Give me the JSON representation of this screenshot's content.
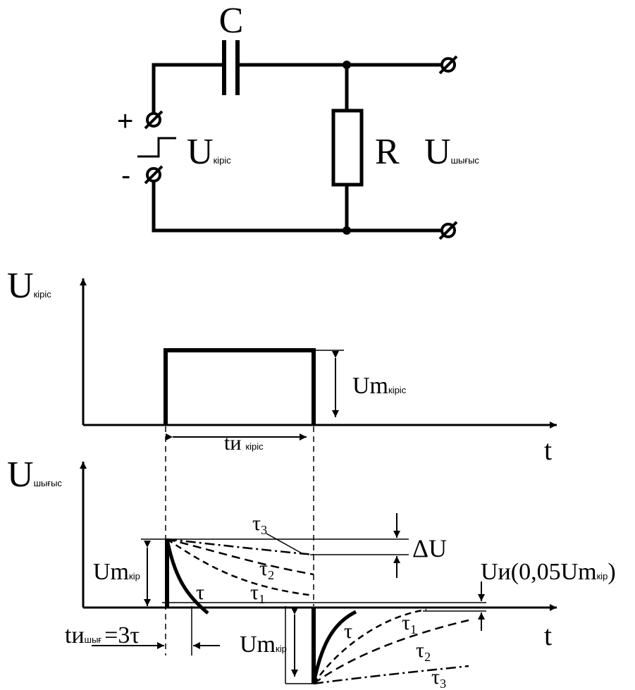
{
  "circuit": {
    "capacitor": "C",
    "resistor": "R",
    "plus": "+",
    "minus": "-",
    "input_main": "U",
    "input_sub": "кіріс",
    "output_main": "U",
    "output_sub": "шығыс"
  },
  "input_graph": {
    "axis_main": "U",
    "axis_sub": "кіріс",
    "time_label": "t",
    "amp_main": "Um",
    "amp_sub": "кіріс",
    "width_main": "tи",
    "width_sub": "кіріс"
  },
  "output_graph": {
    "axis_main": "U",
    "axis_sub": "шығыс",
    "time_label": "t",
    "amp_main": "Um",
    "amp_sub": "кір",
    "amp2_main": "Um",
    "amp2_sub": "кір",
    "tau": "τ",
    "tau1": "τ",
    "tau1_sub": "1",
    "tau2": "τ",
    "tau2_sub": "2",
    "tau3": "τ",
    "tau3_sub": "3",
    "delta_u": "ΔU",
    "ui_main": "Uи(0,05Um",
    "ui_sub": "кір",
    "ui_close": ")",
    "tout_main": "tи",
    "tout_sub": "шығ",
    "tout_eq": "=3τ"
  }
}
